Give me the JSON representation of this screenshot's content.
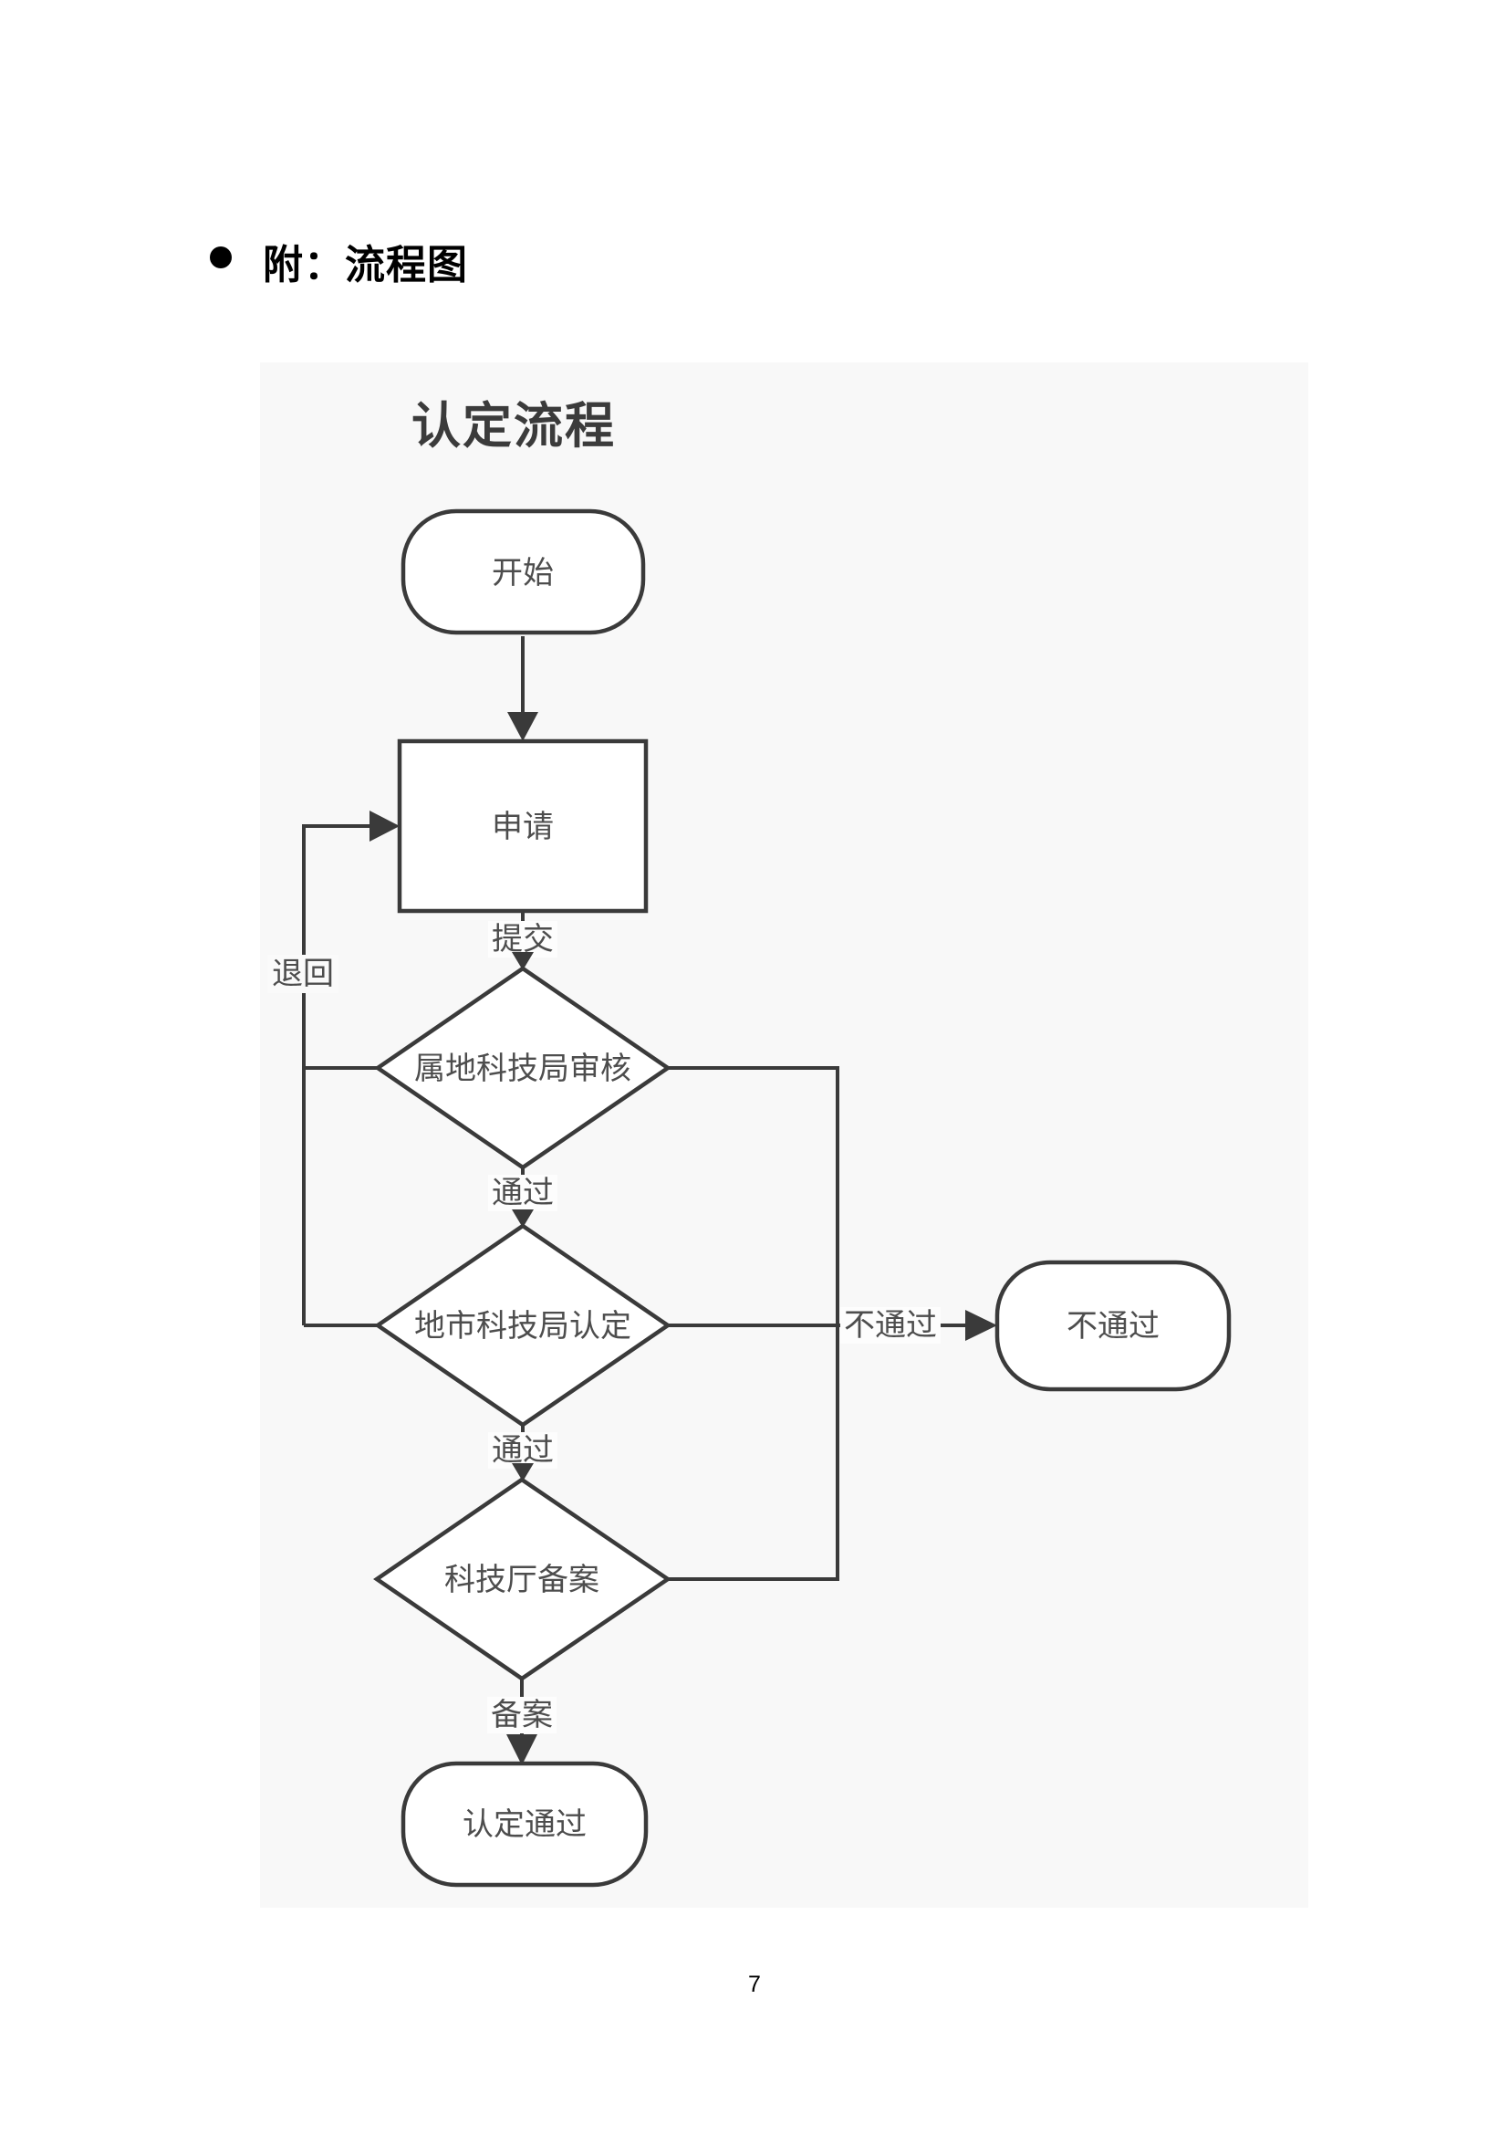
{
  "heading": {
    "bullet": "",
    "text": "附：流程图"
  },
  "page": {
    "number": "7"
  },
  "flowchart": {
    "title": "认定流程",
    "nodes": {
      "start": "开始",
      "apply": "申请",
      "review": "属地科技局审核",
      "certify": "地市科技局认定",
      "filing": "科技厅备案",
      "approved": "认定通过",
      "rejected": "不通过"
    },
    "edges": {
      "submit": "提交",
      "pass1": "通过",
      "pass2": "通过",
      "filing_action": "备案",
      "return": "退回",
      "fail": "不通过"
    },
    "colors": {
      "panel_bg": "#f8f8f8",
      "line": "#3a3a3a",
      "node_fill": "#ffffff",
      "node_text": "#4d4d4d",
      "title_text": "#3b3b3b"
    }
  }
}
